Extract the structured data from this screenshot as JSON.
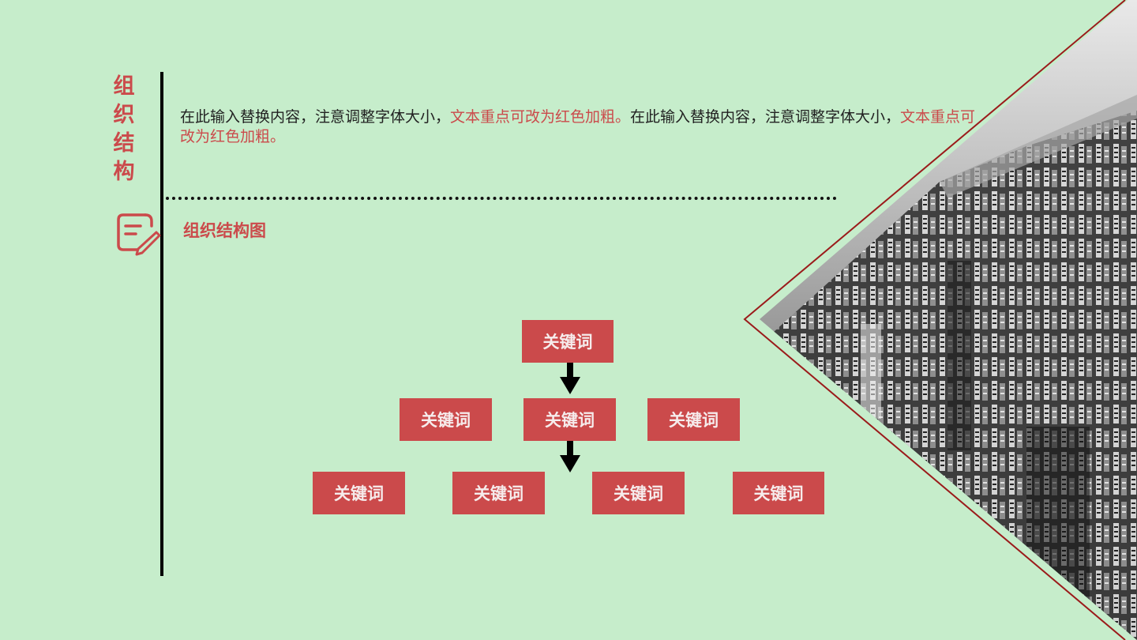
{
  "section_title": [
    "组",
    "织",
    "结",
    "构"
  ],
  "intro": {
    "part1": "在此输入替换内容，注意调整字体大小，",
    "part2": "文本重点可改为红色加粗。",
    "part3": "在此输入替换内容，注意调整字体大小，",
    "part4": "文本重点可改为红色加粗。"
  },
  "subtitle": "组织结构图",
  "org_chart": {
    "root": "关键词",
    "level2": [
      "关键词",
      "关键词",
      "关键词"
    ],
    "level3": [
      "关键词",
      "关键词",
      "关键词",
      "关键词"
    ]
  },
  "colors": {
    "background": "#c6edcb",
    "accent": "#cb4a4b",
    "frame_line": "#9b1b1b"
  },
  "icons": {
    "document": "document-edit-icon"
  }
}
